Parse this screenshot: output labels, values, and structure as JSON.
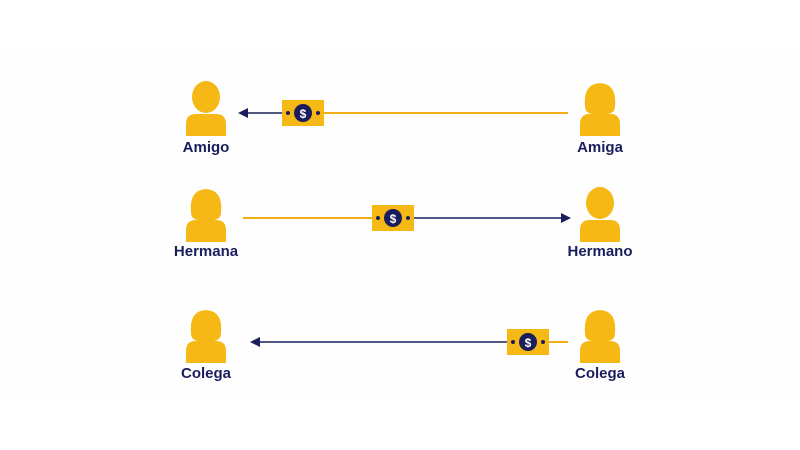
{
  "colors": {
    "person": "#f5b814",
    "person_shade": "#e6a90d",
    "line_sender": "#f2ac16",
    "line_receiver": "#1b1e5c",
    "bill": "#f5b814",
    "bill_dot": "#1b1e5c",
    "coin": "#1b1e5c",
    "coin_symbol": "#ffffff",
    "label": "#1b1e5c"
  },
  "currency_symbol": "$",
  "transfers": [
    {
      "left": {
        "label": "Amigo",
        "icon": "male-person-icon"
      },
      "right": {
        "label": "Amiga",
        "icon": "female-person-icon"
      },
      "direction": "right-to-left",
      "bill_position": "near-receiver"
    },
    {
      "left": {
        "label": "Hermana",
        "icon": "female-person-icon"
      },
      "right": {
        "label": "Hermano",
        "icon": "male-person-icon"
      },
      "direction": "left-to-right",
      "bill_position": "middle"
    },
    {
      "left": {
        "label": "Colega",
        "icon": "female-person-icon"
      },
      "right": {
        "label": "Colega",
        "icon": "female-person-icon"
      },
      "direction": "right-to-left",
      "bill_position": "near-sender"
    }
  ]
}
